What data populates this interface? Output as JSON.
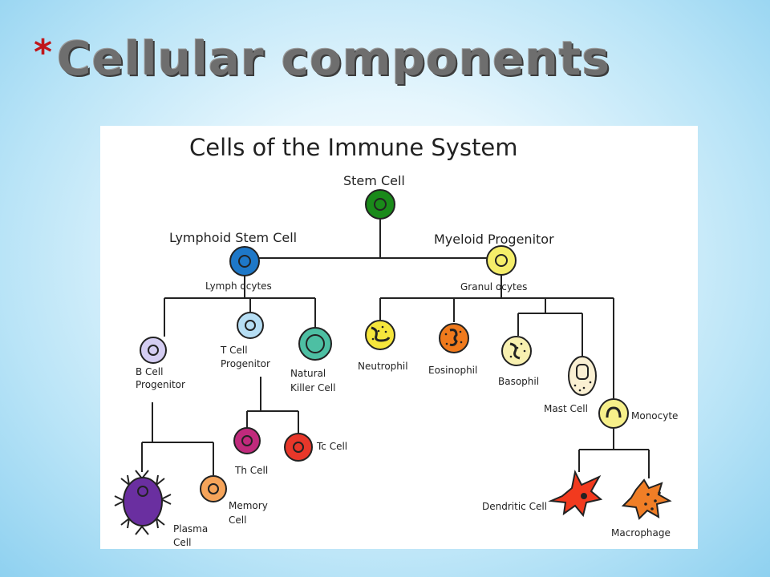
{
  "slide": {
    "bullet": "*",
    "title": "Cellular components"
  },
  "diagram": {
    "title": "Cells of the Immune System",
    "labels": {
      "stem_cell": "Stem Cell",
      "lymphoid_stem_cell": "Lymphoid Stem Cell",
      "myeloid_progenitor": "Myeloid Progenitor",
      "lymphocytes": "Lymph ocytes",
      "granulocytes": "Granul ocytes",
      "b_cell_progenitor": [
        "B Cell",
        "Progenitor"
      ],
      "t_cell_progenitor": [
        "T Cell",
        "Progenitor"
      ],
      "natural_killer_cell": [
        "Natural",
        "Killer Cell"
      ],
      "neutrophil": "Neutrophil",
      "eosinophil": "Eosinophil",
      "basophil": "Basophil",
      "mast_cell": "Mast Cell",
      "monocyte": "Monocyte",
      "th_cell": "Th Cell",
      "tc_cell": "Tc Cell",
      "plasma_cell": [
        "Plasma",
        "Cell"
      ],
      "memory_cell": [
        "Memory",
        "Cell"
      ],
      "dendritic_cell": "Dendritic Cell",
      "macrophage": "Macrophage"
    },
    "colors": {
      "stem_cell": "#1a8a1a",
      "lymphoid_stem_cell": "#1e78c8",
      "myeloid_progenitor": "#f5ee6a",
      "b_cell_progenitor": "#d4cdf2",
      "t_cell_progenitor": "#b6def4",
      "natural_killer_cell": "#4dbfa3",
      "neutrophil": "#f6e63c",
      "eosinophil": "#f07a1c",
      "basophil": "#f8f0b0",
      "mast_cell": "#faf0d2",
      "monocyte": "#f7f08a",
      "th_cell": "#c02a7c",
      "tc_cell": "#e8372a",
      "plasma_cell": "#6a2fa0",
      "memory_cell": "#f6a45a",
      "dendritic_cell": "#f23a1e",
      "macrophage": "#f07e26"
    }
  }
}
